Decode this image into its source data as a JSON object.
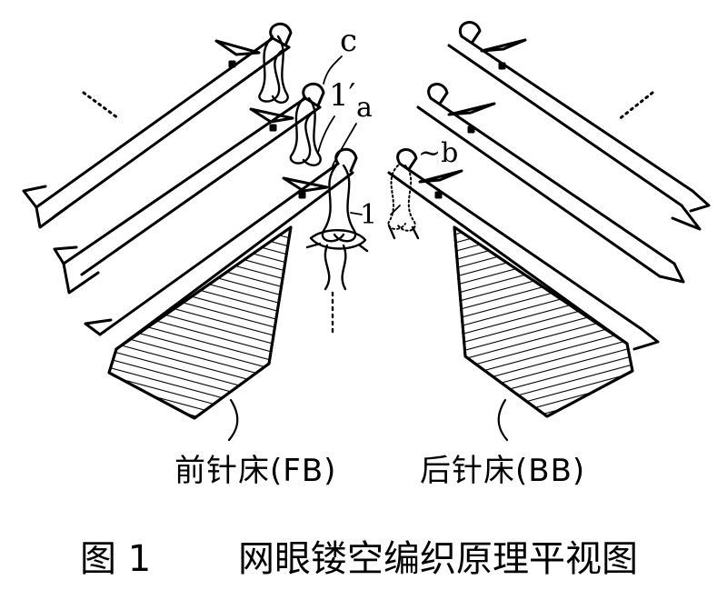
{
  "diagram": {
    "labels": {
      "c": "c",
      "l_prime": "1′",
      "a": "a",
      "b": "~b",
      "l": "1",
      "front_bed": "前针床(FB)",
      "back_bed": "后针床(BB)"
    },
    "caption": {
      "number": "图 1",
      "title": "网眼镂空编织原理平视图"
    }
  }
}
